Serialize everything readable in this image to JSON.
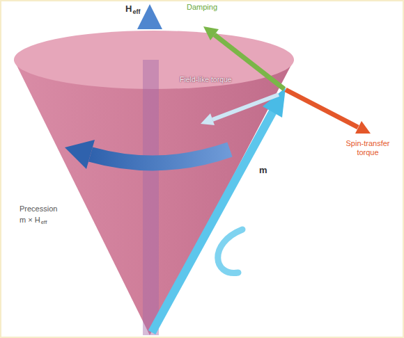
{
  "diagram": {
    "labels": [
      "H",
      "eff",
      "Damping",
      "Field-like torque",
      "Spin-transfer torque",
      "m",
      "Precession",
      "m × H",
      "eff"
    ]
  }
}
